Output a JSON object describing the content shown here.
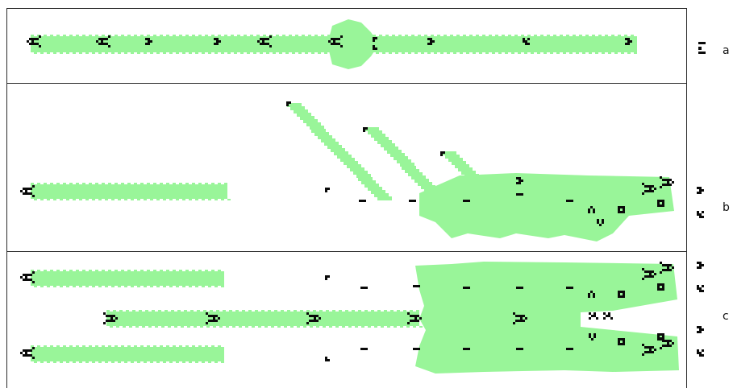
{
  "labels": {
    "a": "a",
    "b": "b",
    "c": "c"
  },
  "colors": {
    "trail": "#99f599",
    "cell": "#0a0a0a",
    "frame": "#2a2a2a",
    "background": "#ffffff"
  },
  "panels": [
    {
      "id": "a",
      "glider_count": 11,
      "outside_cells": 1
    },
    {
      "id": "b",
      "glider_count": 16,
      "outside_cells": 2
    },
    {
      "id": "c",
      "glider_count": 26,
      "outside_cells": 4
    }
  ]
}
